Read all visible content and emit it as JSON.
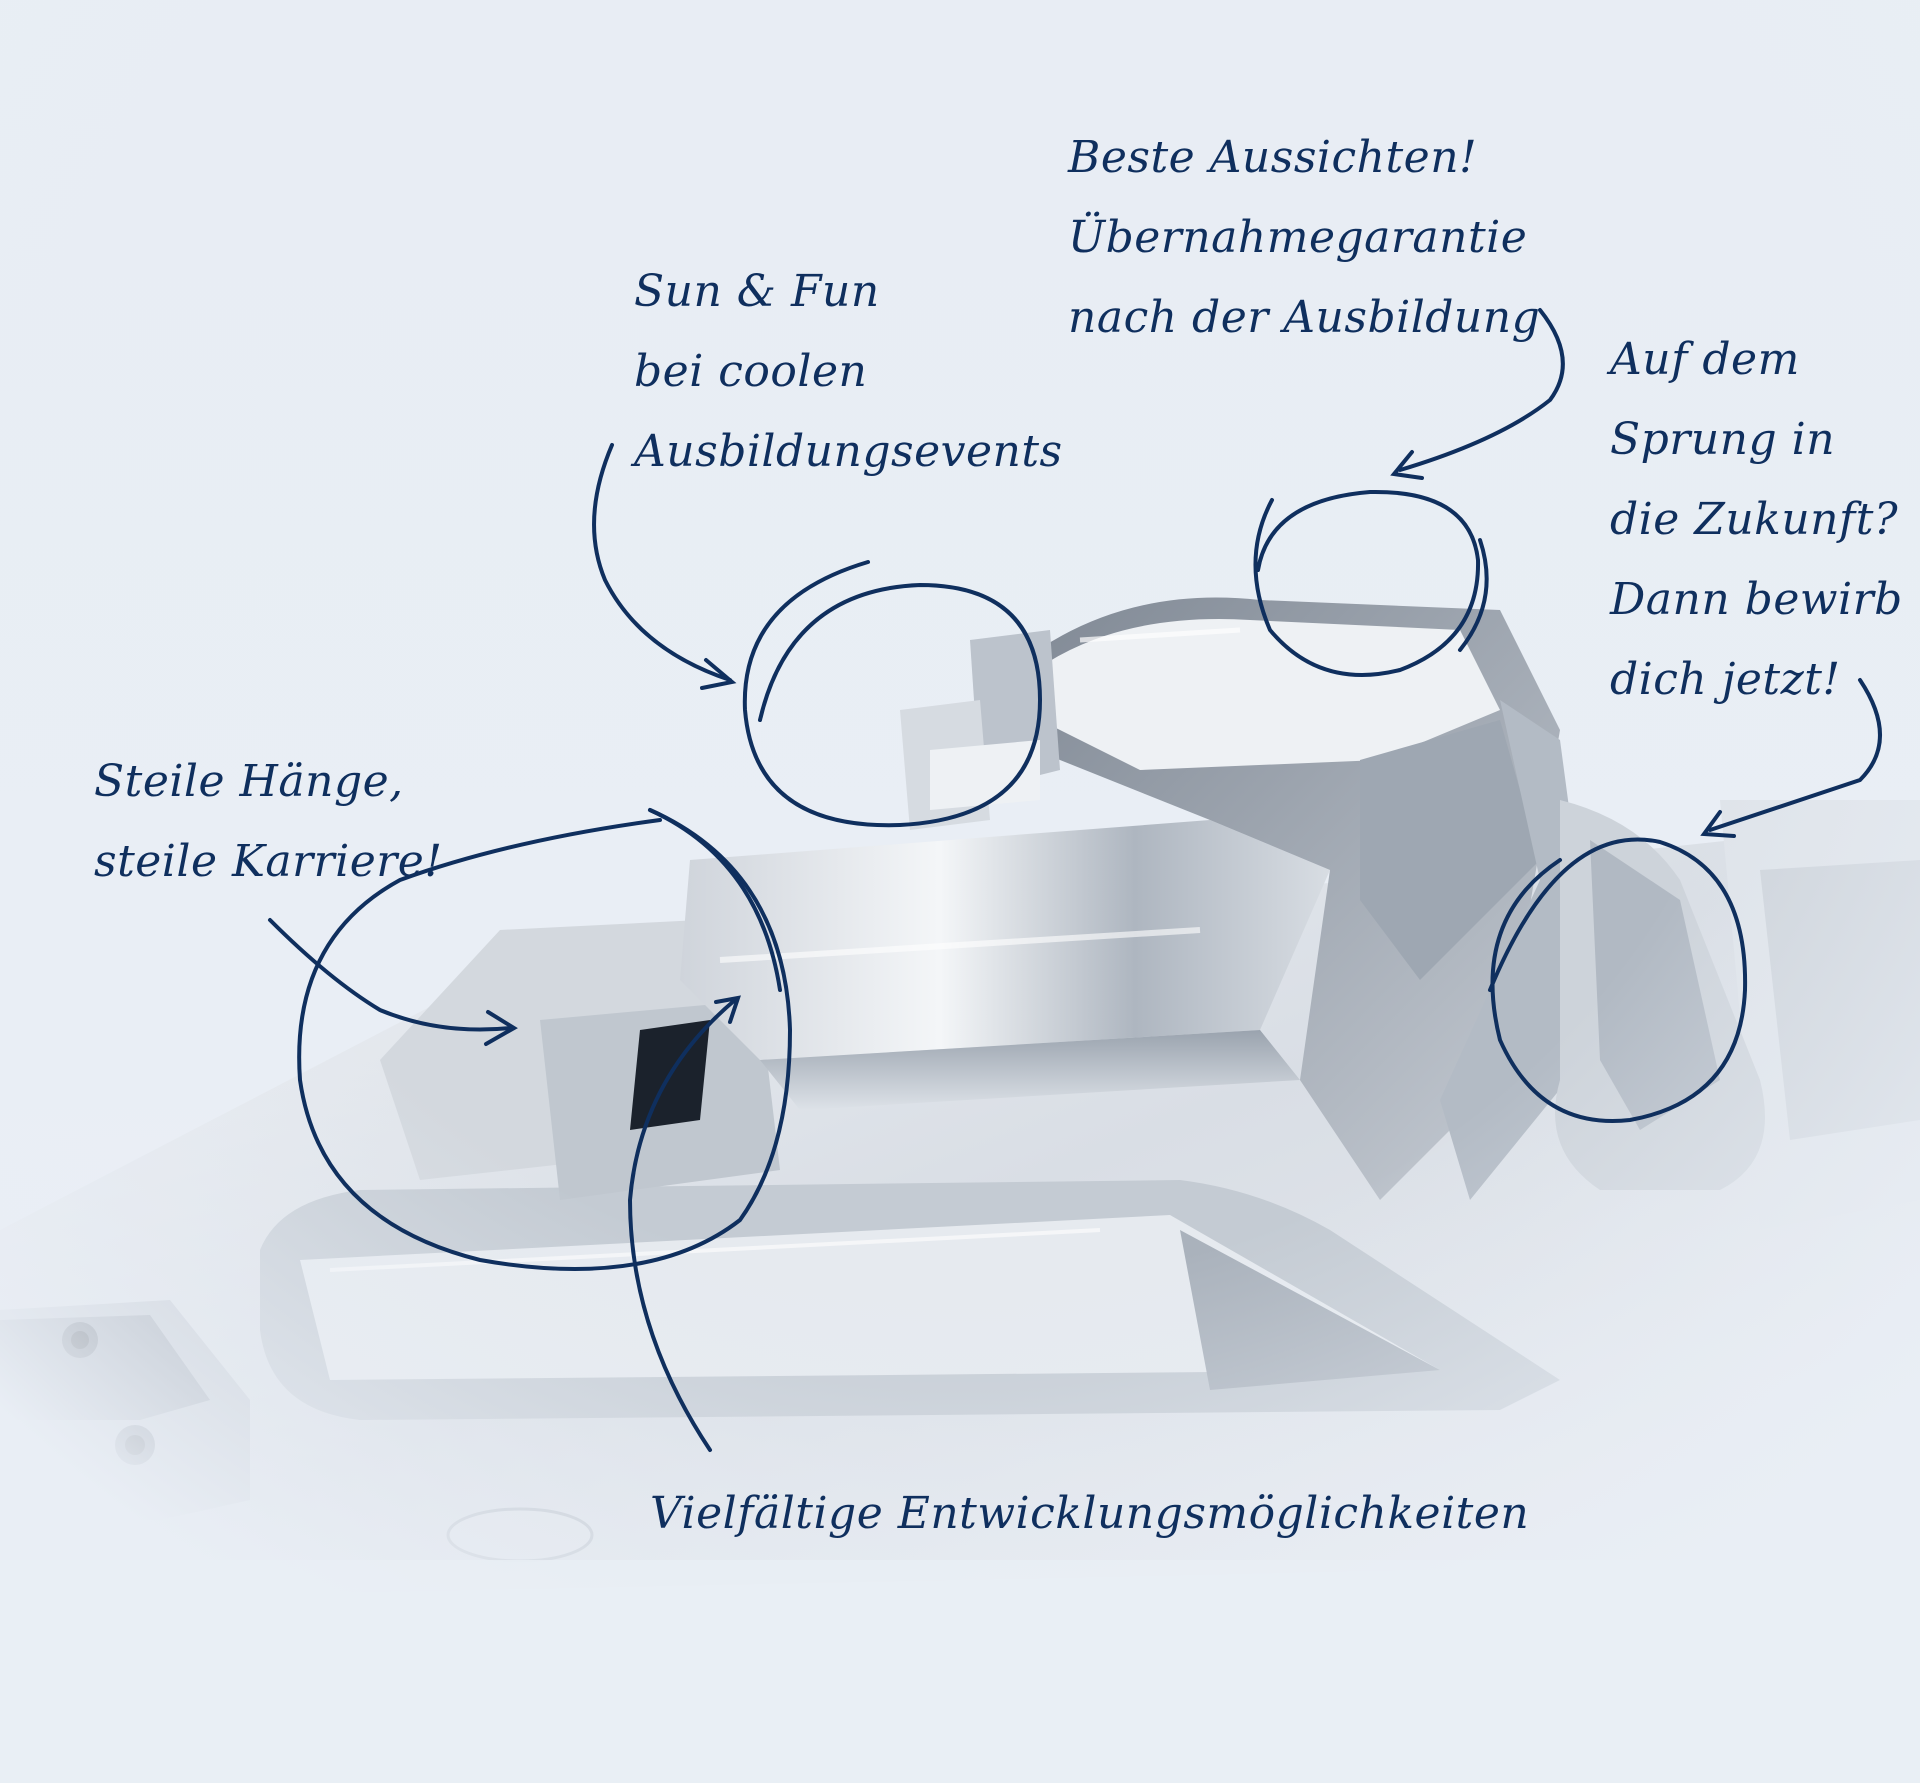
{
  "annotations": {
    "sun_fun": [
      "Sun & Fun",
      "bei coolen",
      "Ausbildungsevents"
    ],
    "aussichten": [
      "Beste Aussichten!",
      "Übernahmegarantie",
      "nach der Ausbildung"
    ],
    "zukunft": [
      "Auf dem",
      "Sprung in",
      "die Zukunft?",
      "Dann bewirb",
      "dich jetzt!"
    ],
    "haenge": [
      "Steile Hänge,",
      "steile Karriere!"
    ],
    "entwicklung": [
      "Vielfältige Entwicklungsmöglichkeiten"
    ]
  },
  "colors": {
    "ink": "#0f2f5e",
    "background": "#e9eef5",
    "metal_light": "#e4e8ee",
    "metal_mid": "#b9c0ca",
    "metal_dark": "#6e7784"
  },
  "image": {
    "subject": "machined aluminium mould part",
    "style": "product photo with handwritten annotations"
  }
}
